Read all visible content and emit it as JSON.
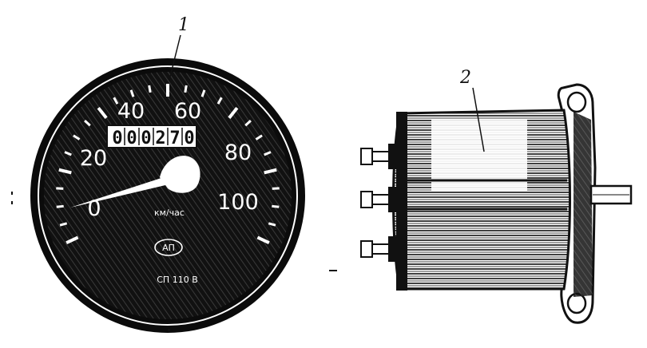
{
  "callouts": [
    "1",
    "2"
  ],
  "speedometer": {
    "scale_numbers": [
      "0",
      "20",
      "40",
      "60",
      "80",
      "100"
    ],
    "odometer_digits": [
      "0",
      "0",
      "0",
      "2",
      "7",
      "0"
    ],
    "unit": "км/час",
    "emblem": "АП",
    "model": "СП 110 В"
  },
  "colors": {
    "ink": "#111111",
    "paper": "#ffffff",
    "dial_shade": "#2b2b2b"
  }
}
